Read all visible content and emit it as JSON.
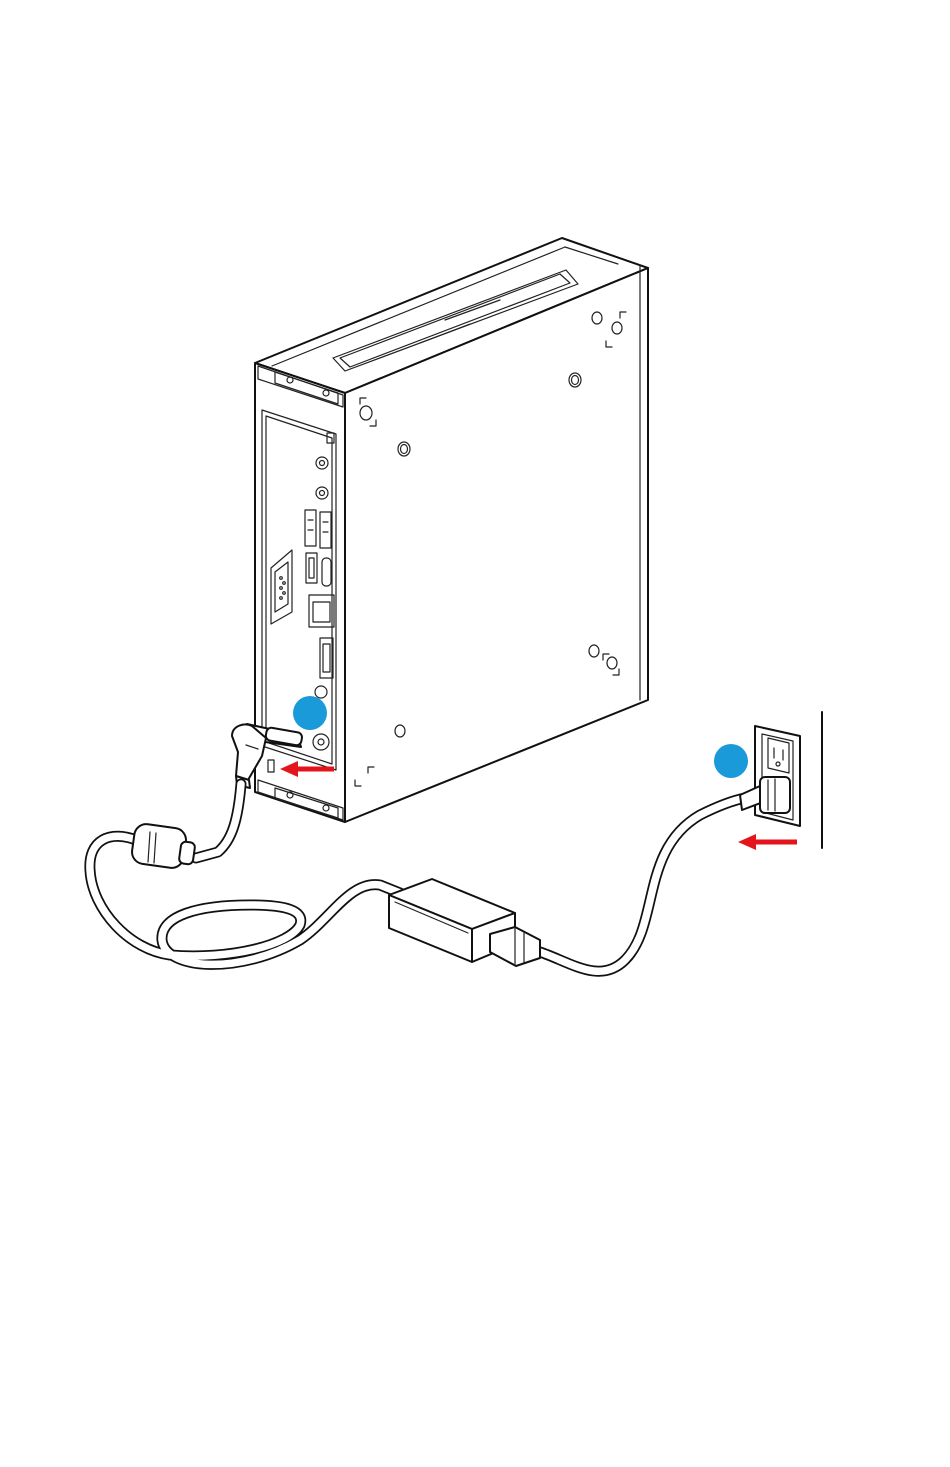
{
  "diagram": {
    "step_markers": [
      {
        "id": "step-1",
        "color": "#1a9ad9",
        "label": ""
      },
      {
        "id": "step-2",
        "color": "#1a9ad9",
        "label": ""
      }
    ],
    "arrow_color": "#e3141b",
    "arrows": [
      {
        "id": "into-dc-jack",
        "direction": "left"
      },
      {
        "id": "into-wall-outlet",
        "direction": "left"
      }
    ],
    "components": [
      {
        "id": "mini-pc",
        "icon": "mini-pc-icon"
      },
      {
        "id": "dc-power-plug",
        "icon": "dc-plug-icon"
      },
      {
        "id": "ferrite-core",
        "icon": "ferrite-core-icon"
      },
      {
        "id": "power-adapter",
        "icon": "power-brick-icon"
      },
      {
        "id": "ac-power-cord",
        "icon": "ac-plug-icon"
      },
      {
        "id": "wall-outlet",
        "icon": "wall-outlet-icon"
      }
    ]
  }
}
